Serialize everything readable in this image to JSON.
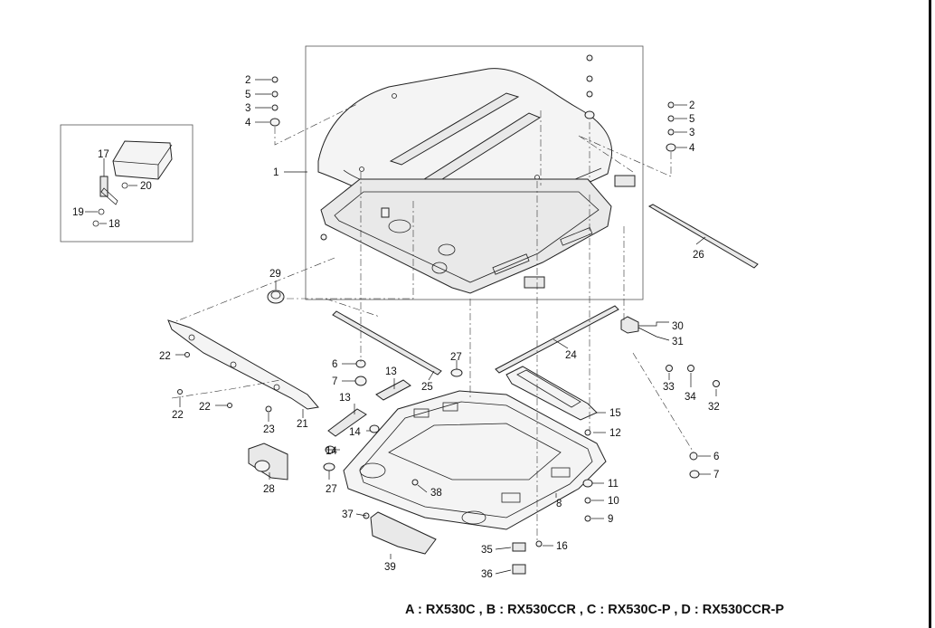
{
  "caption": "A : RX530C , B : RX530CCR , C : RX530C-P , D : RX530CCR-P",
  "callouts": {
    "c1": "1",
    "c2a": "2",
    "c5a": "5",
    "c3a": "3",
    "c4a": "4",
    "c2b": "2",
    "c5b": "5",
    "c3b": "3",
    "c4b": "4",
    "c17": "17",
    "c20": "20",
    "c19": "19",
    "c18": "18",
    "c26": "26",
    "c29": "29",
    "c30": "30",
    "c31": "31",
    "c22a": "22",
    "c22b": "22",
    "c22c": "22",
    "c23": "23",
    "c21": "21",
    "c6a": "6",
    "c7a": "7",
    "c13a": "13",
    "c13b": "13",
    "c25": "25",
    "c27a": "27",
    "c24": "24",
    "c14a": "14",
    "c14b": "14",
    "c15": "15",
    "c12": "12",
    "c33": "33",
    "c34": "34",
    "c32": "32",
    "c6b": "6",
    "c7b": "7",
    "c28": "28",
    "c27b": "27",
    "c38": "38",
    "c8": "8",
    "c11": "11",
    "c10": "10",
    "c9": "9",
    "c37": "37",
    "c39": "39",
    "c35": "35",
    "c16": "16",
    "c36": "36"
  }
}
